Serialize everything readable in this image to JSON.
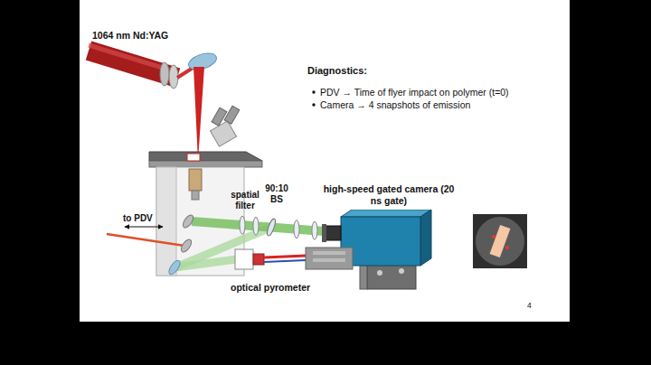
{
  "diagram": {
    "nodes": [
      {
        "text": [
          "high-speed gated camera (20 ns gate)"
        ]
      },
      {
        "text": [
          "optical pyrometer"
        ]
      }
    ],
    "labels": [
      "1064 nm Nd:YAG",
      "Diagnostics:",
      "PDV → Time of flyer impact on polymer (t=0)",
      "Camera → 4 snapshots of emission",
      "spatial filter",
      "90:10 BS",
      "to PDV",
      "4"
    ]
  }
}
